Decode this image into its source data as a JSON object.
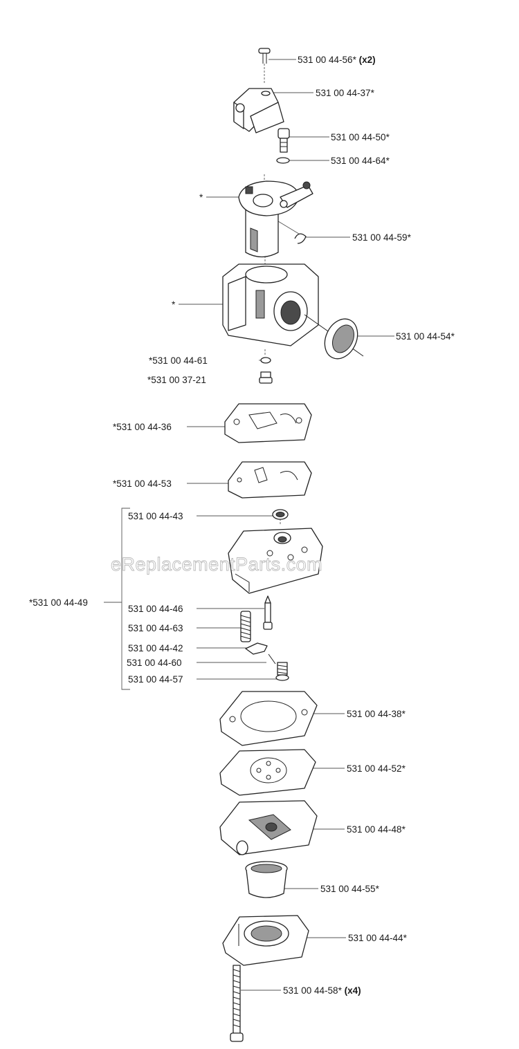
{
  "watermark": "eReplacementParts.com",
  "callouts": [
    {
      "id": "screw-top",
      "number": "531 00 44-56*",
      "qty": "(x2)"
    },
    {
      "id": "bracket",
      "number": "531 00 44-37*",
      "qty": ""
    },
    {
      "id": "adjust-screw",
      "number": "531 00 44-50*",
      "qty": ""
    },
    {
      "id": "o-ring-small",
      "number": "531 00 44-64*",
      "qty": ""
    },
    {
      "id": "throttle-assembly",
      "number": "*",
      "qty": ""
    },
    {
      "id": "clip",
      "number": "531 00 44-59*",
      "qty": ""
    },
    {
      "id": "carb-body",
      "number": "*",
      "qty": ""
    },
    {
      "id": "seal-ring",
      "number": "531 00 44-54*",
      "qty": ""
    },
    {
      "id": "o-ring-lower",
      "number": "*531 00 44-61",
      "qty": ""
    },
    {
      "id": "plug-screw",
      "number": "*531 00 37-21",
      "qty": ""
    },
    {
      "id": "gasket-1",
      "number": "*531 00 44-36",
      "qty": ""
    },
    {
      "id": "gasket-2",
      "number": "*531 00 44-53",
      "qty": ""
    },
    {
      "id": "welch-plug",
      "number": "531 00 44-43",
      "qty": ""
    },
    {
      "id": "needle-valve-kit",
      "number": "*531 00 44-49",
      "qty": ""
    },
    {
      "id": "needle",
      "number": "531 00 44-46",
      "qty": ""
    },
    {
      "id": "spring",
      "number": "531 00 44-63",
      "qty": ""
    },
    {
      "id": "lever",
      "number": "531 00 44-42",
      "qty": ""
    },
    {
      "id": "pin",
      "number": "531 00 44-60",
      "qty": ""
    },
    {
      "id": "lever-screw",
      "number": "531 00 44-57",
      "qty": ""
    },
    {
      "id": "gasket-3",
      "number": "531 00 44-38*",
      "qty": ""
    },
    {
      "id": "diaphragm",
      "number": "531 00 44-52*",
      "qty": ""
    },
    {
      "id": "pump-cover",
      "number": "531 00 44-48*",
      "qty": ""
    },
    {
      "id": "primer-bulb",
      "number": "531 00 44-55*",
      "qty": ""
    },
    {
      "id": "bulb-retainer",
      "number": "531 00 44-44*",
      "qty": ""
    },
    {
      "id": "long-screw",
      "number": "531 00 44-58*",
      "qty": "(x4)"
    }
  ]
}
